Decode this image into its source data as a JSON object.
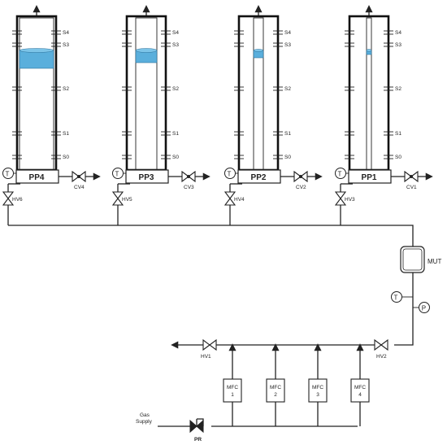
{
  "columns": [
    {
      "id": "pp4",
      "label": "PP4",
      "check_valve": "CV4",
      "hand_valve": "HV6",
      "temp_symbol": "T",
      "fill_level": 0.44
    },
    {
      "id": "pp3",
      "label": "PP3",
      "check_valve": "CV3",
      "hand_valve": "HV5",
      "temp_symbol": "T",
      "fill_level": 0.34
    },
    {
      "id": "pp2",
      "label": "PP2",
      "check_valve": "CV2",
      "hand_valve": "HV4",
      "temp_symbol": "T",
      "fill_level": 0.24
    },
    {
      "id": "pp1",
      "label": "PP1",
      "check_valve": "CV1",
      "hand_valve": "HV3",
      "temp_symbol": "T",
      "fill_level": 0.14
    }
  ],
  "sensor_labels": [
    "S4",
    "S3",
    "S2",
    "S1",
    "S0"
  ],
  "mut": {
    "label": "MUT"
  },
  "instruments": {
    "temperature": "T",
    "pressure": "P"
  },
  "manifold": {
    "left_valve": "HV1",
    "right_valve": "HV2"
  },
  "mfcs": [
    {
      "line1": "MFC",
      "line2": "1"
    },
    {
      "line1": "MFC",
      "line2": "2"
    },
    {
      "line1": "MFC",
      "line2": "3"
    },
    {
      "line1": "MFC",
      "line2": "4"
    }
  ],
  "gas_supply": {
    "line1": "Gas",
    "line2": "Supply"
  },
  "regulator": {
    "label": "PR"
  },
  "colors": {
    "liquid": "#5aafdc",
    "liquid_top": "#7cc4e8",
    "line": "#222222"
  }
}
